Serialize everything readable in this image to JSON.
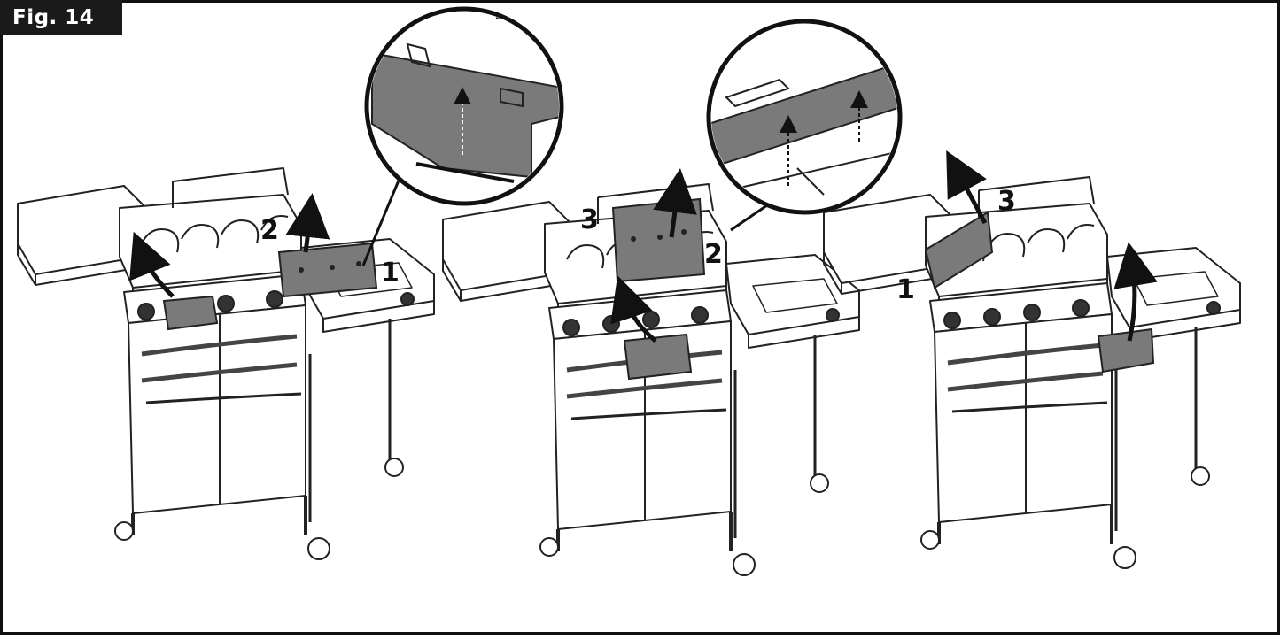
{
  "figure_label": "Fig. 14",
  "panels": [
    {
      "id": "left",
      "labels": {
        "a": "2",
        "b": "1"
      }
    },
    {
      "id": "middle",
      "labels": {
        "a": "3",
        "b": "2"
      }
    },
    {
      "id": "right",
      "labels": {
        "a": "3",
        "b": "1"
      }
    }
  ],
  "colors": {
    "frame": "#111111",
    "badge": "#1a1a1a",
    "panel_grey": "#777777",
    "line": "#222222"
  }
}
